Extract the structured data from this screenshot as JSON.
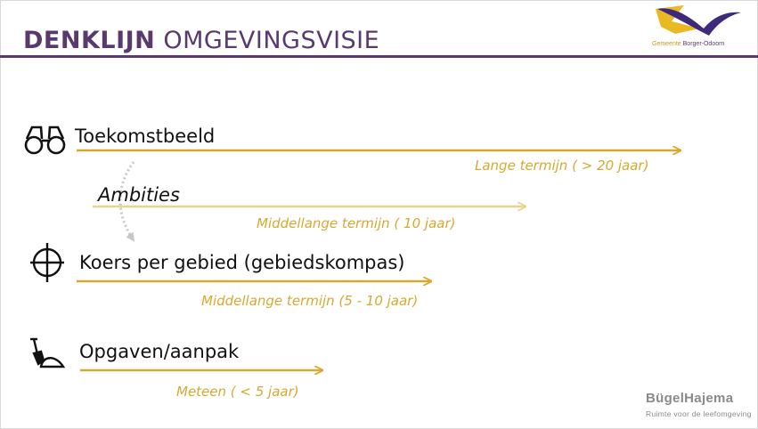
{
  "header": {
    "title_bold": "DENKLIJN",
    "title_light": "OMGEVINGSVISIE"
  },
  "logo": {
    "text_part1": "Gemeente",
    "text_part2": "Borger-Odoorn"
  },
  "rows": [
    {
      "label": "Toekomstbeeld",
      "term": "Lange termijn  ( > 20 jaar)",
      "icon": "binoculars-icon"
    },
    {
      "label": "Ambities",
      "term": "Middellange  termijn  ( 10 jaar)",
      "icon": ""
    },
    {
      "label": "Koers per gebied (gebiedskompas)",
      "term": "Middellange termijn (5 - 10 jaar)",
      "icon": "crosshair-icon"
    },
    {
      "label": "Opgaven/aanpak",
      "term": "Meteen ( < 5 jaar)",
      "icon": "shovel-icon"
    }
  ],
  "branding": {
    "name": "BügelHajema",
    "tagline": "Ruimte voor de leefomgeving"
  },
  "colors": {
    "purple": "#5a3a6e",
    "gold": "#d8a830",
    "gold_light": "#ead38f"
  }
}
